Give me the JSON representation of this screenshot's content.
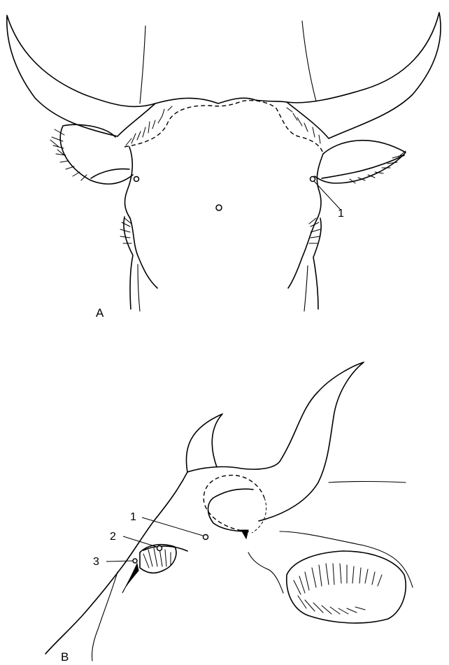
{
  "panels": [
    {
      "label": "A",
      "callouts": [
        "1"
      ]
    },
    {
      "label": "B",
      "callouts": [
        "1",
        "2",
        "3"
      ]
    }
  ]
}
